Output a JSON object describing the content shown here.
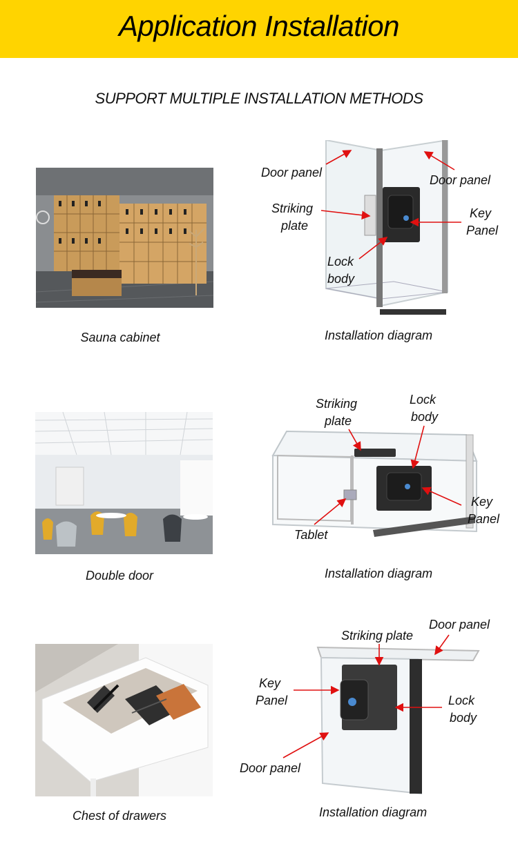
{
  "header": {
    "title": "Application Installation"
  },
  "subtitle": "SUPPORT MULTIPLE INSTALLATION METHODS",
  "sections": [
    {
      "photo_caption": "Sauna cabinet",
      "diagram_caption": "Installation diagram",
      "labels": {
        "door_panel_left": "Door panel",
        "door_panel_right": "Door panel",
        "striking_plate_1": "Striking",
        "striking_plate_2": "plate",
        "key_panel_1": "Key",
        "key_panel_2": "Panel",
        "lock_body_1": "Lock",
        "lock_body_2": "body"
      }
    },
    {
      "photo_caption": "Double door",
      "diagram_caption": "Installation diagram",
      "labels": {
        "striking_plate_1": "Striking",
        "striking_plate_2": "plate",
        "lock_body_1": "Lock",
        "lock_body_2": "body",
        "key_panel_1": "Key",
        "key_panel_2": "Panel",
        "tablet": "Tablet"
      }
    },
    {
      "photo_caption": "Chest of drawers",
      "diagram_caption": "Installation diagram",
      "labels": {
        "striking_plate": "Striking plate",
        "door_panel_top": "Door panel",
        "key_panel_1": "Key",
        "key_panel_2": "Panel",
        "lock_body_1": "Lock",
        "lock_body_2": "body",
        "door_panel_bottom": "Door panel"
      }
    }
  ],
  "colors": {
    "banner": "#ffd400",
    "arrow": "#e01010"
  }
}
